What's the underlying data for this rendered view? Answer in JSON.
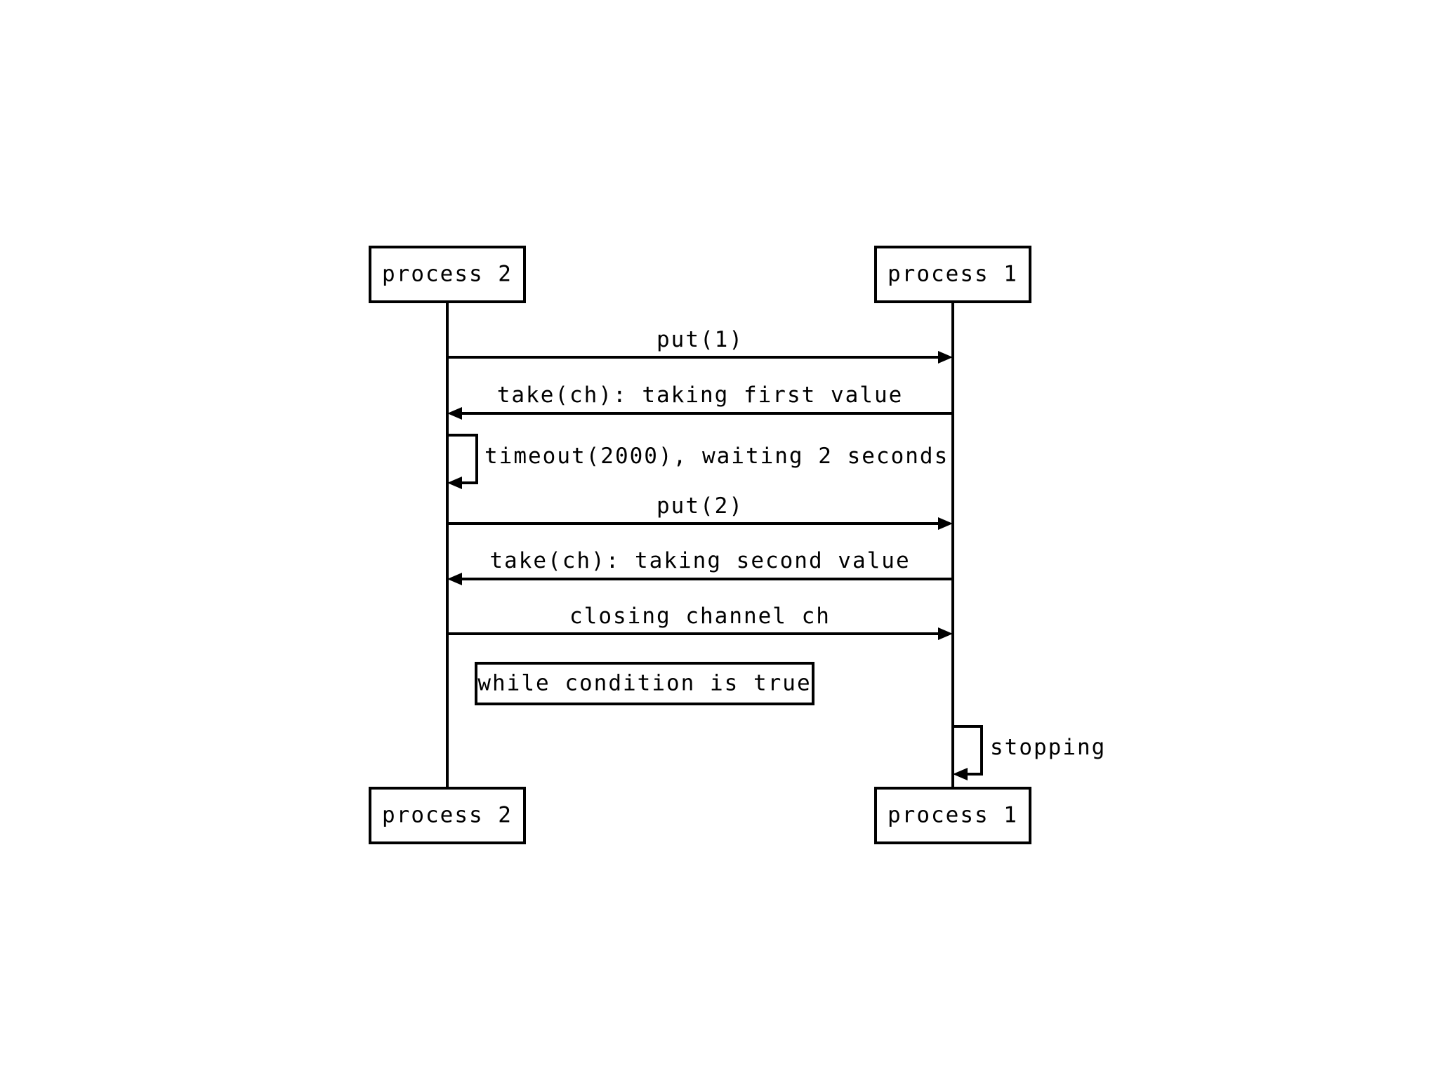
{
  "participants": {
    "left": {
      "top_label": "process 2",
      "bottom_label": "process 2"
    },
    "right": {
      "top_label": "process 1",
      "bottom_label": "process 1"
    }
  },
  "messages": [
    {
      "label": "put(1)",
      "from": "left",
      "to": "right"
    },
    {
      "label": "take(ch): taking first value",
      "from": "right",
      "to": "left"
    },
    {
      "label": "timeout(2000), waiting 2 seconds",
      "from": "left",
      "to": "left"
    },
    {
      "label": "put(2)",
      "from": "left",
      "to": "right"
    },
    {
      "label": "take(ch): taking second value",
      "from": "right",
      "to": "left"
    },
    {
      "label": "closing channel ch",
      "from": "left",
      "to": "right"
    },
    {
      "label": "stopping",
      "from": "right",
      "to": "right"
    }
  ],
  "note": {
    "label": "while condition is true"
  }
}
